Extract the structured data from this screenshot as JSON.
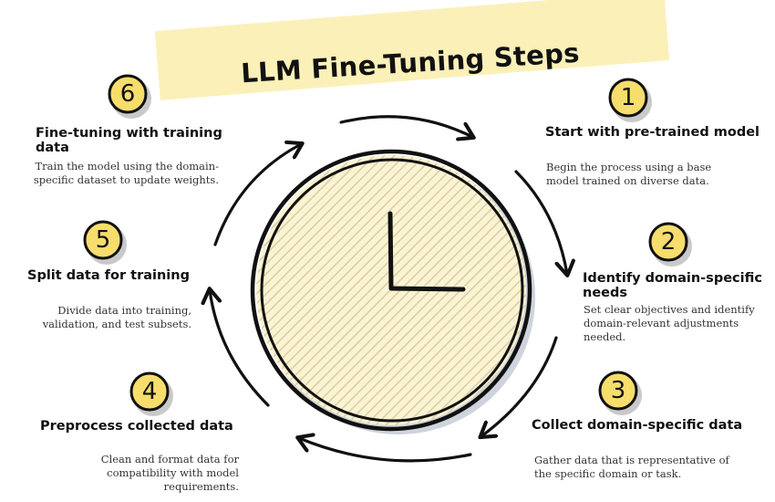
{
  "title": "LLM Fine-Tuning Steps",
  "colors": {
    "banner": "#fbf0b8",
    "badge": "#f7dd6c",
    "badge_shadow": "#c9c9c9",
    "clock_face": "#fbf3d2",
    "hatch": "#d9d0aa",
    "ink": "#111111"
  },
  "steps": [
    {
      "number": "1",
      "title_lines": [
        "Start with pre-trained model"
      ],
      "desc_lines": [
        "Begin the process using a base",
        "model trained on diverse data."
      ]
    },
    {
      "number": "2",
      "title_lines": [
        "Identify domain-specific",
        "needs"
      ],
      "desc_lines": [
        "Set clear objectives and identify",
        "domain-relevant adjustments",
        "needed."
      ]
    },
    {
      "number": "3",
      "title_lines": [
        "Collect domain-specific data"
      ],
      "desc_lines": [
        "Gather data that is representative of",
        "the specific domain or task."
      ]
    },
    {
      "number": "4",
      "title_lines": [
        "Preprocess collected data"
      ],
      "desc_lines": [
        "Clean and format data for",
        "compatibility with model",
        "requirements."
      ]
    },
    {
      "number": "5",
      "title_lines": [
        "Split data for training"
      ],
      "desc_lines": [
        "Divide data into training,",
        "validation, and test subsets."
      ]
    },
    {
      "number": "6",
      "title_lines": [
        "Fine-tuning with training",
        "data"
      ],
      "desc_lines": [
        "Train the model using the domain-",
        "specific dataset to update weights."
      ]
    }
  ]
}
